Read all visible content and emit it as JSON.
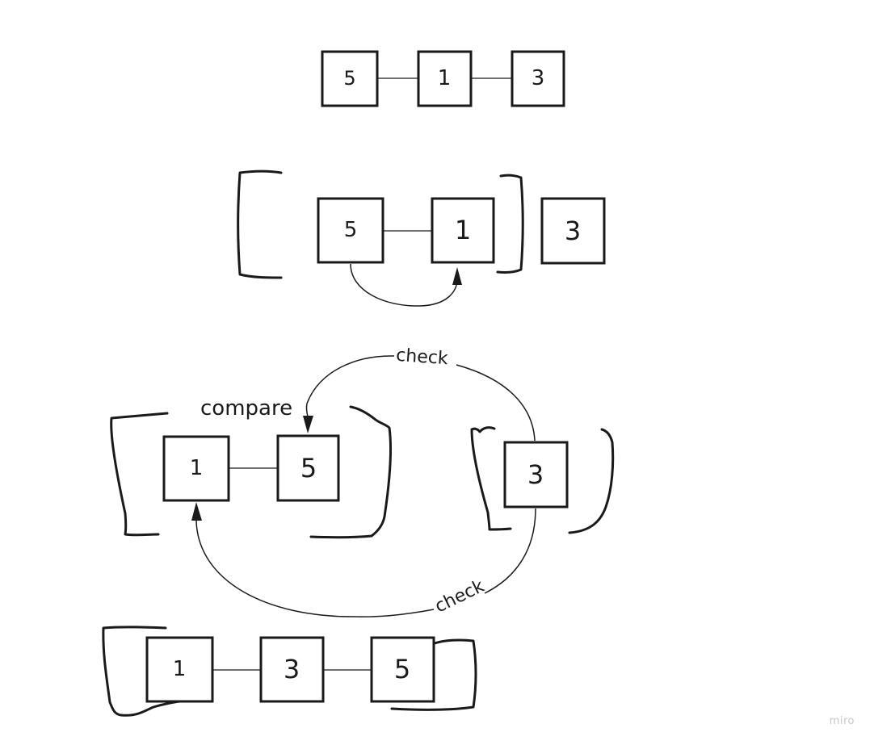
{
  "row1": {
    "nodes": [
      "5",
      "1",
      "3"
    ]
  },
  "row2": {
    "nodes": [
      "5",
      "1",
      "3"
    ]
  },
  "row3": {
    "left_nodes": [
      "1",
      "5"
    ],
    "right_node": "3",
    "compare_label": "compare",
    "check_top_label": "check",
    "check_bottom_label": "check"
  },
  "row4": {
    "nodes": [
      "1",
      "3",
      "5"
    ]
  },
  "watermark": "miro"
}
